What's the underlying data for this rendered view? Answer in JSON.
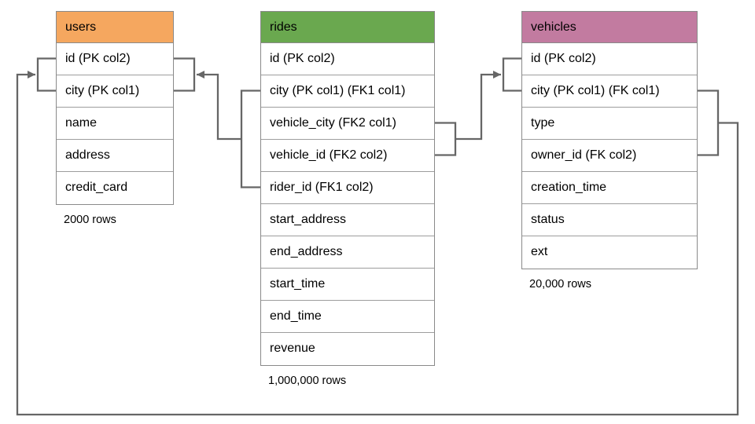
{
  "tables": [
    {
      "name": "users",
      "header_color": "#f5a75f",
      "columns": [
        "id (PK col2)",
        "city (PK col1)",
        "name",
        "address",
        "credit_card"
      ],
      "row_count": "2000 rows"
    },
    {
      "name": "rides",
      "header_color": "#6aa84f",
      "columns": [
        "id (PK col2)",
        "city (PK col1) (FK1 col1)",
        "vehicle_city (FK2 col1)",
        "vehicle_id (FK2 col2)",
        "rider_id (FK1 col2)",
        "start_address",
        "end_address",
        "start_time",
        "end_time",
        "revenue"
      ],
      "row_count": "1,000,000 rows"
    },
    {
      "name": "vehicles",
      "header_color": "#c27ba0",
      "columns": [
        "id (PK col2)",
        "city (PK col1) (FK col1)",
        "type",
        "owner_id (FK col2)",
        "creation_time",
        "status",
        "ext"
      ],
      "row_count": "20,000 rows"
    }
  ],
  "relationships": [
    {
      "name": "FK1",
      "from": "rides (city, rider_id)",
      "to": "users (id, city)"
    },
    {
      "name": "FK2",
      "from": "rides (vehicle_city, vehicle_id)",
      "to": "vehicles (id, city)"
    },
    {
      "name": "FK",
      "from": "vehicles (city, owner_id)",
      "to": "users (id, city)"
    }
  ],
  "colors": {
    "connector": "#666666",
    "table_border": "#8a8a8a",
    "row_border": "#9d9d9d",
    "text": "#000000",
    "background": "#ffffff"
  }
}
